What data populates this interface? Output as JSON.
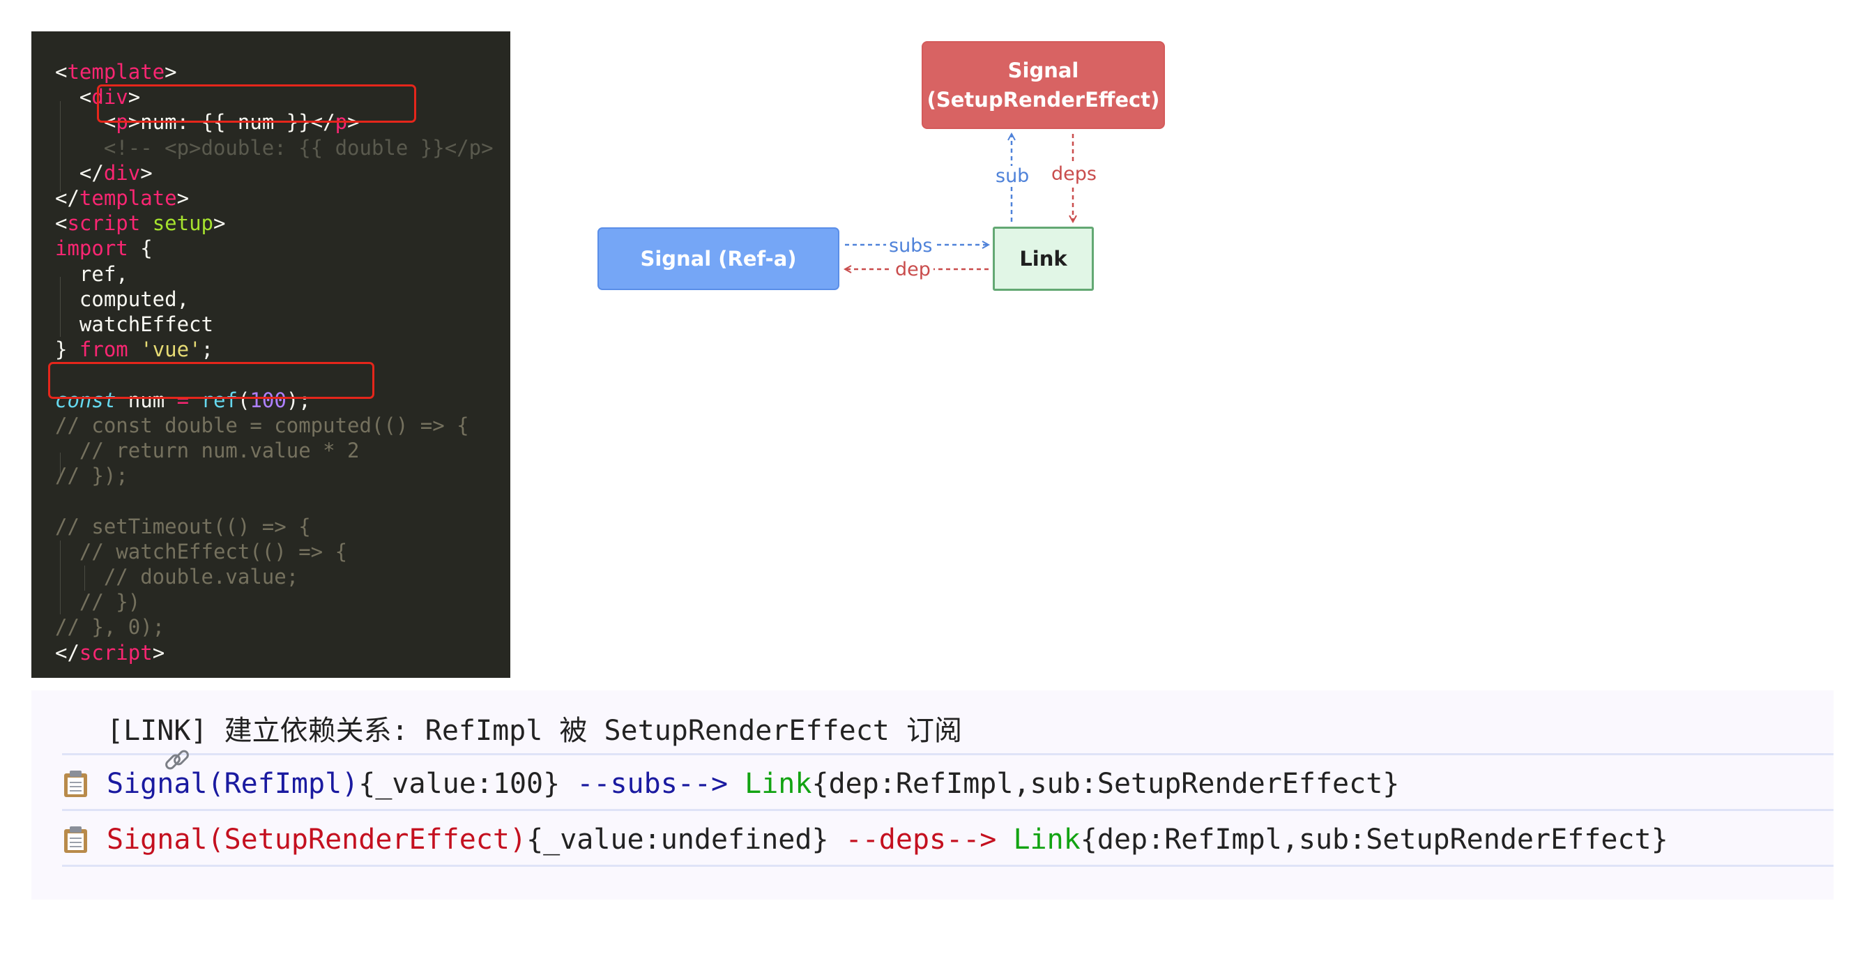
{
  "code_editor": {
    "lines": [
      [
        {
          "t": "<",
          "c": "punc"
        },
        {
          "t": "template",
          "c": "tag"
        },
        {
          "t": ">",
          "c": "punc"
        }
      ],
      [
        {
          "t": "  <",
          "c": "punc"
        },
        {
          "t": "div",
          "c": "tag"
        },
        {
          "t": ">",
          "c": "punc"
        }
      ],
      [
        {
          "t": "    <",
          "c": "punc"
        },
        {
          "t": "p",
          "c": "tag"
        },
        {
          "t": ">num: {{ num }}</",
          "c": "punc"
        },
        {
          "t": "p",
          "c": "tag"
        },
        {
          "t": ">",
          "c": "punc"
        }
      ],
      [
        {
          "t": "    <!-- <p>double: {{ double }}</p>",
          "c": "com-dim"
        }
      ],
      [
        {
          "t": "  </",
          "c": "punc"
        },
        {
          "t": "div",
          "c": "tag"
        },
        {
          "t": ">",
          "c": "punc"
        }
      ],
      [
        {
          "t": "</",
          "c": "punc"
        },
        {
          "t": "template",
          "c": "tag"
        },
        {
          "t": ">",
          "c": "punc"
        }
      ],
      [
        {
          "t": "<",
          "c": "punc"
        },
        {
          "t": "script",
          "c": "tag"
        },
        {
          "t": " ",
          "c": "punc"
        },
        {
          "t": "setup",
          "c": "attr"
        },
        {
          "t": ">",
          "c": "punc"
        }
      ],
      [
        {
          "t": "import",
          "c": "kw"
        },
        {
          "t": " {",
          "c": "punc"
        }
      ],
      [
        {
          "t": "  ref,",
          "c": "punc"
        }
      ],
      [
        {
          "t": "  computed,",
          "c": "punc"
        }
      ],
      [
        {
          "t": "  watchEffect",
          "c": "punc"
        }
      ],
      [
        {
          "t": "} ",
          "c": "punc"
        },
        {
          "t": "from",
          "c": "kw"
        },
        {
          "t": " ",
          "c": "punc"
        },
        {
          "t": "'vue'",
          "c": "str"
        },
        {
          "t": ";",
          "c": "punc"
        }
      ],
      [],
      [
        {
          "t": "const",
          "c": "ital"
        },
        {
          "t": " num ",
          "c": "punc"
        },
        {
          "t": "=",
          "c": "kw"
        },
        {
          "t": " ",
          "c": "punc"
        },
        {
          "t": "ref",
          "c": "fn"
        },
        {
          "t": "(",
          "c": "punc"
        },
        {
          "t": "100",
          "c": "num"
        },
        {
          "t": ");",
          "c": "punc"
        }
      ],
      [
        {
          "t": "// const double = computed(() => {",
          "c": "com"
        }
      ],
      [
        {
          "t": "  // return num.value * 2",
          "c": "com"
        }
      ],
      [
        {
          "t": "// });",
          "c": "com"
        }
      ],
      [],
      [
        {
          "t": "// setTimeout(() => {",
          "c": "com"
        }
      ],
      [
        {
          "t": "  // watchEffect(() => {",
          "c": "com"
        }
      ],
      [
        {
          "t": "    // double.value;",
          "c": "com"
        }
      ],
      [
        {
          "t": "  // })",
          "c": "com"
        }
      ],
      [
        {
          "t": "// }, 0);",
          "c": "com"
        }
      ],
      [
        {
          "t": "</",
          "c": "punc"
        },
        {
          "t": "script",
          "c": "tag"
        },
        {
          "t": ">",
          "c": "punc"
        }
      ]
    ]
  },
  "diagram": {
    "signal_effect": {
      "line1": "Signal",
      "line2": "(SetupRenderEffect)"
    },
    "signal_ref": {
      "label": "Signal (Ref-a)"
    },
    "link": {
      "label": "Link"
    },
    "edges": {
      "sub": "sub",
      "deps": "deps",
      "subs": "subs",
      "dep": "dep"
    },
    "colors": {
      "blue": "#4f82d9",
      "red": "#c94c4c",
      "green": "#63a873"
    }
  },
  "log": {
    "header": {
      "icon": "link-icon",
      "text": "[LINK] 建立依赖关系: RefImpl 被 SetupRenderEffect 订阅"
    },
    "row1": {
      "icon": "clipboard-icon",
      "signal": "Signal(RefImpl)",
      "value": "{_value:100} ",
      "arrow": "--subs-->",
      "link": " Link",
      "link_body": "{dep:RefImpl,sub:SetupRenderEffect}"
    },
    "row2": {
      "icon": "clipboard-icon",
      "signal": "Signal(SetupRenderEffect)",
      "value": "{_value:undefined} ",
      "arrow": "--deps-->",
      "link": " Link",
      "link_body": "{dep:RefImpl,sub:SetupRenderEffect}"
    }
  }
}
